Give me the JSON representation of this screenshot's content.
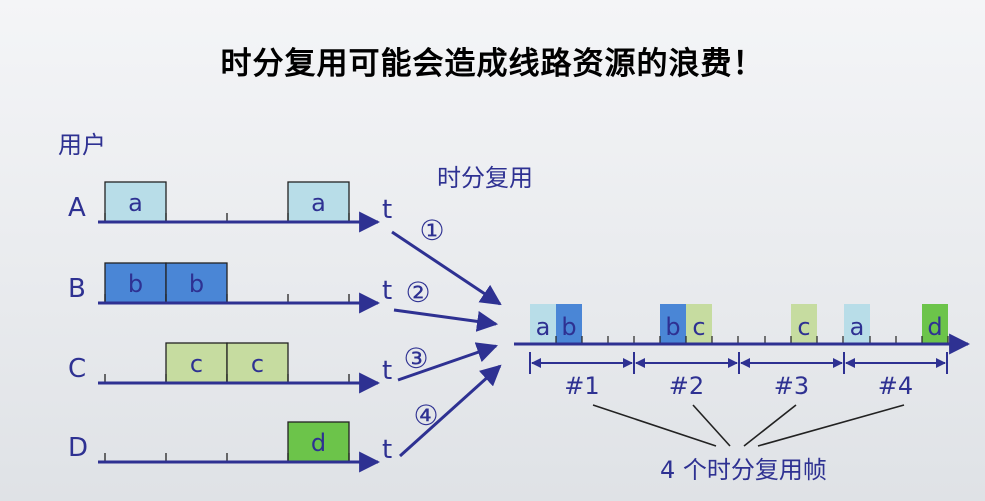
{
  "title": "时分复用可能会造成线路资源的浪费！",
  "users_label": "用户",
  "tdm_label": "时分复用",
  "frames_label": "4 个时分复用帧",
  "time_axis_label": "t",
  "users": [
    {
      "name": "A",
      "slots": [
        {
          "slot": 0,
          "text": "a"
        },
        {
          "slot": 3,
          "text": "a"
        }
      ]
    },
    {
      "name": "B",
      "slots": [
        {
          "slot": 0,
          "text": "b"
        },
        {
          "slot": 1,
          "text": "b"
        }
      ]
    },
    {
      "name": "C",
      "slots": [
        {
          "slot": 1,
          "text": "c"
        },
        {
          "slot": 2,
          "text": "c"
        }
      ]
    },
    {
      "name": "D",
      "slots": [
        {
          "slot": 3,
          "text": "d"
        }
      ]
    }
  ],
  "channel_numbers": [
    "①",
    "②",
    "③",
    "④"
  ],
  "frame_numbers": [
    "#1",
    "#2",
    "#3",
    "#4"
  ],
  "mux_cells": [
    {
      "frame": 0,
      "sub": 0,
      "text": "a",
      "user": "A"
    },
    {
      "frame": 0,
      "sub": 1,
      "text": "b",
      "user": "B"
    },
    {
      "frame": 1,
      "sub": 1,
      "text": "b",
      "user": "B"
    },
    {
      "frame": 1,
      "sub": 2,
      "text": "c",
      "user": "C"
    },
    {
      "frame": 2,
      "sub": 2,
      "text": "c",
      "user": "C"
    },
    {
      "frame": 3,
      "sub": 0,
      "text": "a",
      "user": "A"
    },
    {
      "frame": 3,
      "sub": 3,
      "text": "d",
      "user": "D"
    }
  ],
  "colors": {
    "axis": "#2e3192",
    "A": "#b8dde8",
    "B": "#4a86d6",
    "C": "#c6dca0",
    "D": "#6cc44a"
  }
}
